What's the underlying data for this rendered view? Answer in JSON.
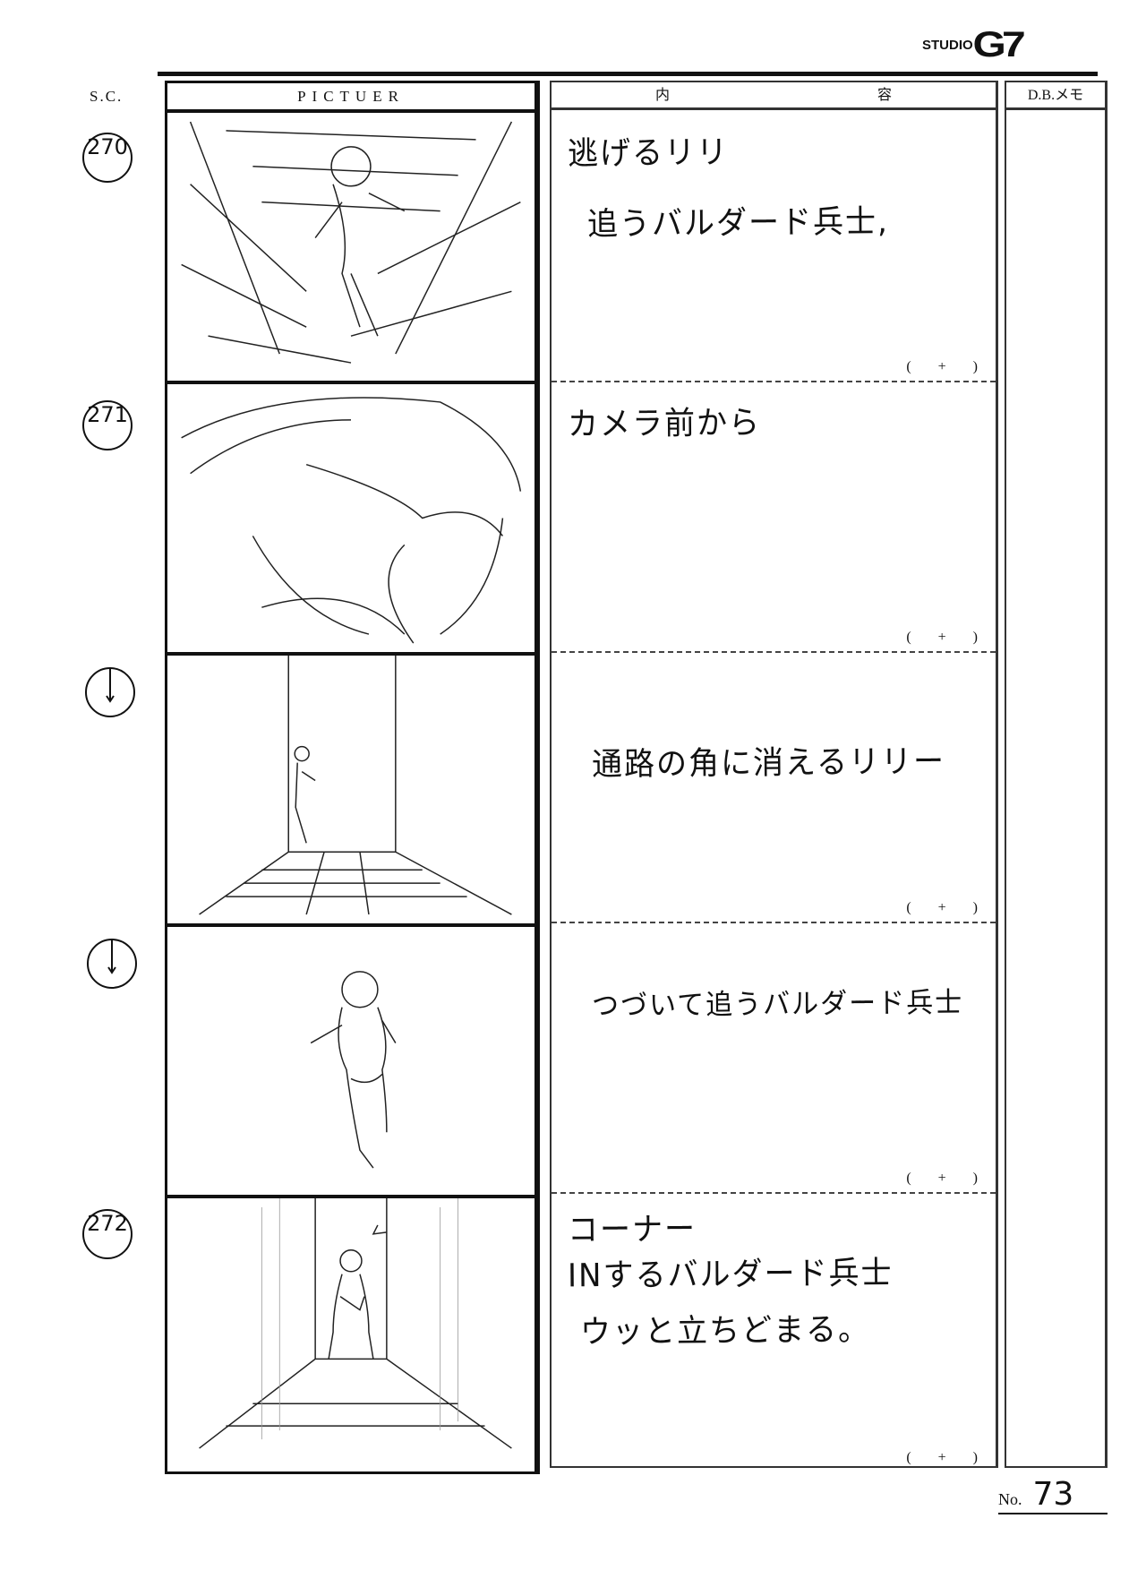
{
  "header": {
    "logo_text": "STUDIO G7",
    "logo_studio": "STUDIO",
    "logo_mark": "G7",
    "sc_label": "S.C.",
    "picture_label": "PICTUER",
    "content_label_1": "内",
    "content_label_2": "容",
    "db_label": "D.B.メモ"
  },
  "rows": [
    {
      "scene": "270",
      "lines": [
        "逃げるリリ",
        "追うバルダード兵士,"
      ],
      "time": "( + )"
    },
    {
      "scene": "271",
      "lines": [
        "カメラ前から"
      ],
      "time": "( + )"
    },
    {
      "scene": "",
      "lines": [
        "通路の角に消えるリリー"
      ],
      "time": "( + )"
    },
    {
      "scene": "",
      "lines": [
        "つづいて追うバルダード兵士"
      ],
      "time": "( + )"
    },
    {
      "scene": "272",
      "lines": [
        "コーナー",
        "INするバルダード兵士",
        "ウッと立ちどまる。"
      ],
      "time": "( + )"
    }
  ],
  "footer": {
    "page_label": "No.",
    "page_number": "73"
  }
}
